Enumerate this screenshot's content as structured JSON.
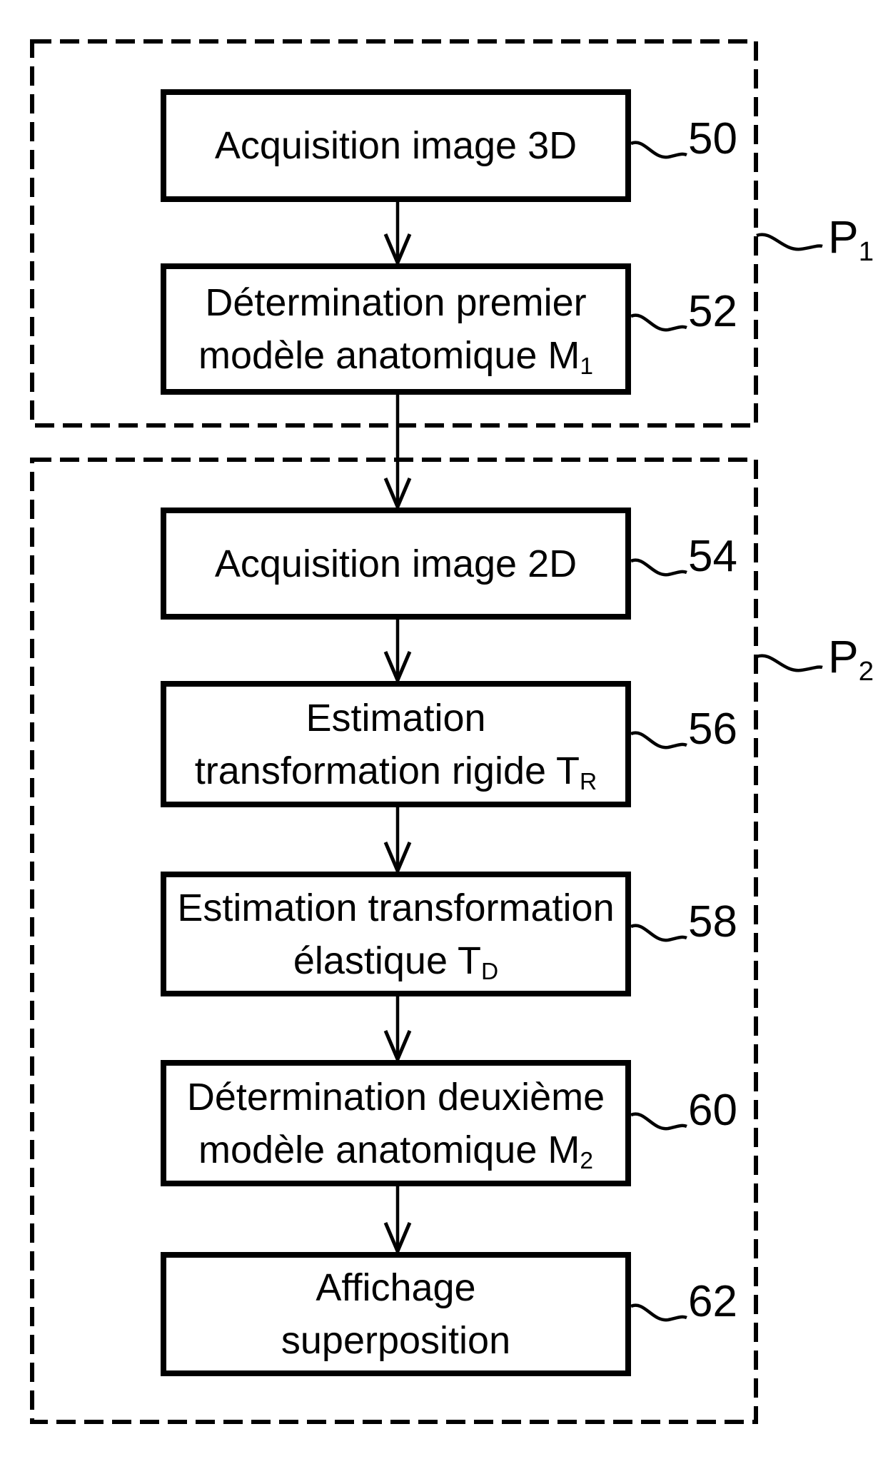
{
  "figure": {
    "background": "#ffffff",
    "ink": "#000000",
    "groups": [
      {
        "main": "P",
        "sub": "1"
      },
      {
        "main": "P",
        "sub": "2"
      }
    ],
    "boxes": [
      {
        "ref": "50",
        "line1": "Acquisition image 3D"
      },
      {
        "ref": "52",
        "line1": "Détermination premier",
        "line2": "modèle anatomique M",
        "sub": "1"
      },
      {
        "ref": "54",
        "line1": "Acquisition image 2D"
      },
      {
        "ref": "56",
        "line1": "Estimation",
        "line2": "transformation rigide T",
        "sub": "R"
      },
      {
        "ref": "58",
        "line1": "Estimation transformation",
        "line2": "élastique T",
        "sub": "D"
      },
      {
        "ref": "60",
        "line1": "Détermination deuxième",
        "line2": "modèle anatomique M",
        "sub": "2"
      },
      {
        "ref": "62",
        "line1": "Affichage",
        "line2": "superposition"
      }
    ]
  }
}
